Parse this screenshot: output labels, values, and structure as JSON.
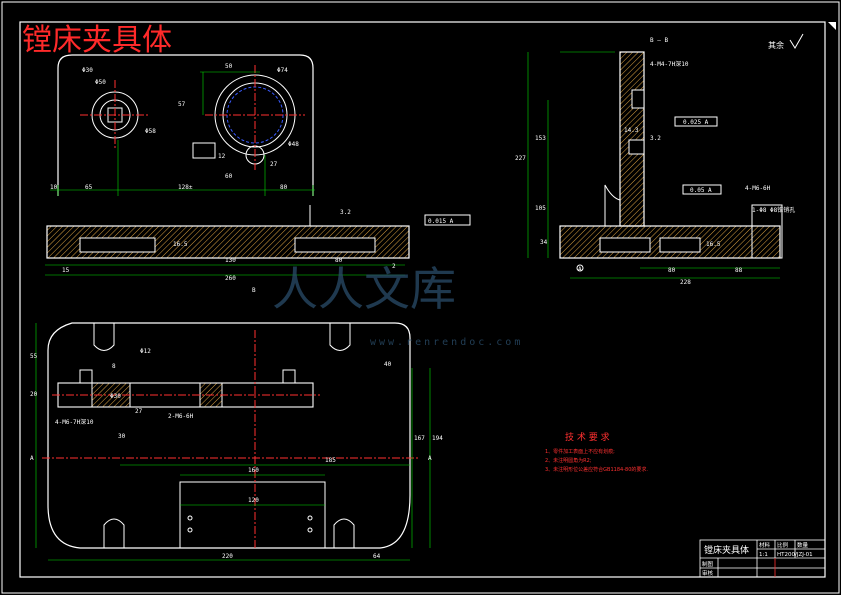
{
  "drawing": {
    "title": "镗床夹具体",
    "section_label": "B — B",
    "view_marker_top": "B",
    "view_marker_left": "A",
    "view_marker_right": "A",
    "roughness_note": "其余"
  },
  "front_view": {
    "dims": {
      "d30": "Φ30",
      "d50": "Φ50",
      "d58": "Φ58",
      "d74": "Φ74",
      "d48": "Φ48",
      "w50": "50",
      "w60": "60",
      "w27": "27",
      "h12": "12",
      "h57": "57",
      "b10": "10",
      "b65": "65",
      "b128": "128±",
      "b80": "80",
      "base_16": "16.5",
      "base_130": "130",
      "base_260": "260",
      "base_15": "15",
      "base_80": "80",
      "base_2": "2",
      "tol_right": "0.015 A",
      "rough_right": "3.2"
    }
  },
  "section_view": {
    "dims": {
      "thread": "4-M4-7H深10",
      "tol_perp": "0.025 A",
      "h227": "227",
      "h153": "153",
      "h105": "105",
      "h34": "34",
      "w14": "14.3",
      "rough1": "3.2",
      "w80": "80",
      "w88": "88",
      "w228": "228",
      "tol_flat": "0.05 A",
      "thread2": "4-M6-6H",
      "thread2b": "1-Φ8 Φ8锥销孔",
      "base_16": "16.5",
      "datum": "A"
    }
  },
  "plan_view": {
    "dims": {
      "d12": "Φ12",
      "h55": "55",
      "h20": "20",
      "h8": "8",
      "d30": "Φ30",
      "thread": "4-M6-7H深10",
      "h27": "27",
      "w30": "30",
      "thread2": "2-M6-6H",
      "w40": "40",
      "h167": "167",
      "h194": "194",
      "w185": "185",
      "w160": "160",
      "w120": "120",
      "w220": "220",
      "w64": "64"
    }
  },
  "tech_notes": {
    "heading": "技 术 要 求",
    "items": [
      "1、零件加工表面上不应有划痕;",
      "2、未注明圆角为R2;",
      "3、未注明形位公差应符合GB1184-80的要求."
    ]
  },
  "title_block": {
    "name": "镗床夹具体",
    "material": "材料",
    "scale_label": "比例",
    "qty_label": "数量",
    "scale": "1:1",
    "drawing_no": "HT200/JZJ-01",
    "designer": "制图",
    "checker": "审核"
  },
  "watermark": {
    "cn": "人人文库",
    "url": "www.renrendoc.com"
  },
  "colors": {
    "outline": "#ffffff",
    "hatch": "#ffffff",
    "dimension": "#00e000",
    "centerline": "#ff3030",
    "hidden": "#3a5bff",
    "title_red": "#ff2a2a",
    "yellow": "#ffff00"
  }
}
